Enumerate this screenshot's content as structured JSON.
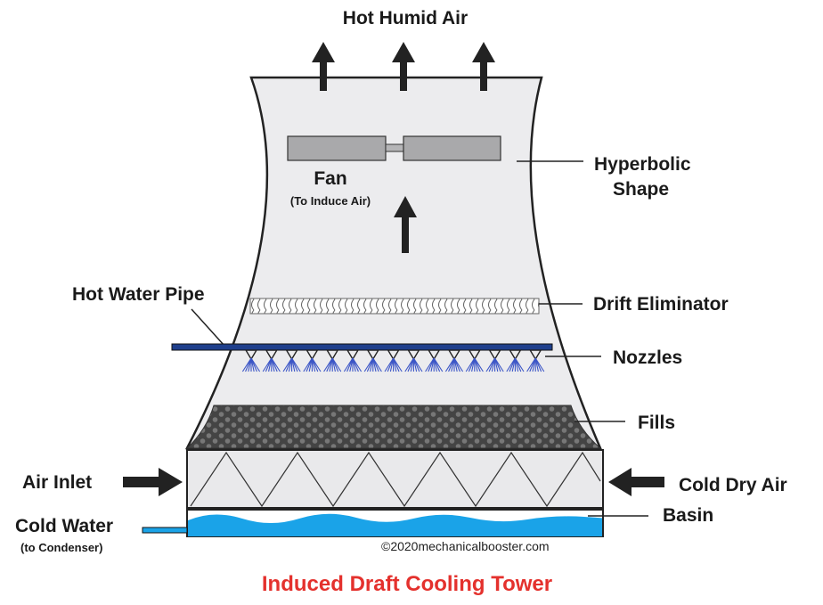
{
  "labels": {
    "hot_humid_air": "Hot Humid Air",
    "fan": "Fan",
    "fan_sub": "(To Induce Air)",
    "hyperbolic_line1": "Hyperbolic",
    "hyperbolic_line2": "Shape",
    "hot_water_pipe": "Hot Water Pipe",
    "drift_eliminator": "Drift Eliminator",
    "nozzles": "Nozzles",
    "fills": "Fills",
    "air_inlet": "Air Inlet",
    "cold_dry_air": "Cold Dry Air",
    "basin": "Basin",
    "cold_water": "Cold Water",
    "cold_water_sub": "(to Condenser)",
    "copyright": "©2020mechanicalbooster.com",
    "title": "Induced Draft Cooling Tower"
  },
  "colors": {
    "tower_fill": "#ececee",
    "outline": "#222222",
    "fan_blade": "#a9a9ab",
    "fill_media": "#555555",
    "pipe": "#1f3f8c",
    "spray": "#3b55c6",
    "basin_water": "#1aa3e8",
    "title": "#e4312d"
  },
  "counts": {
    "nozzles": 15
  }
}
